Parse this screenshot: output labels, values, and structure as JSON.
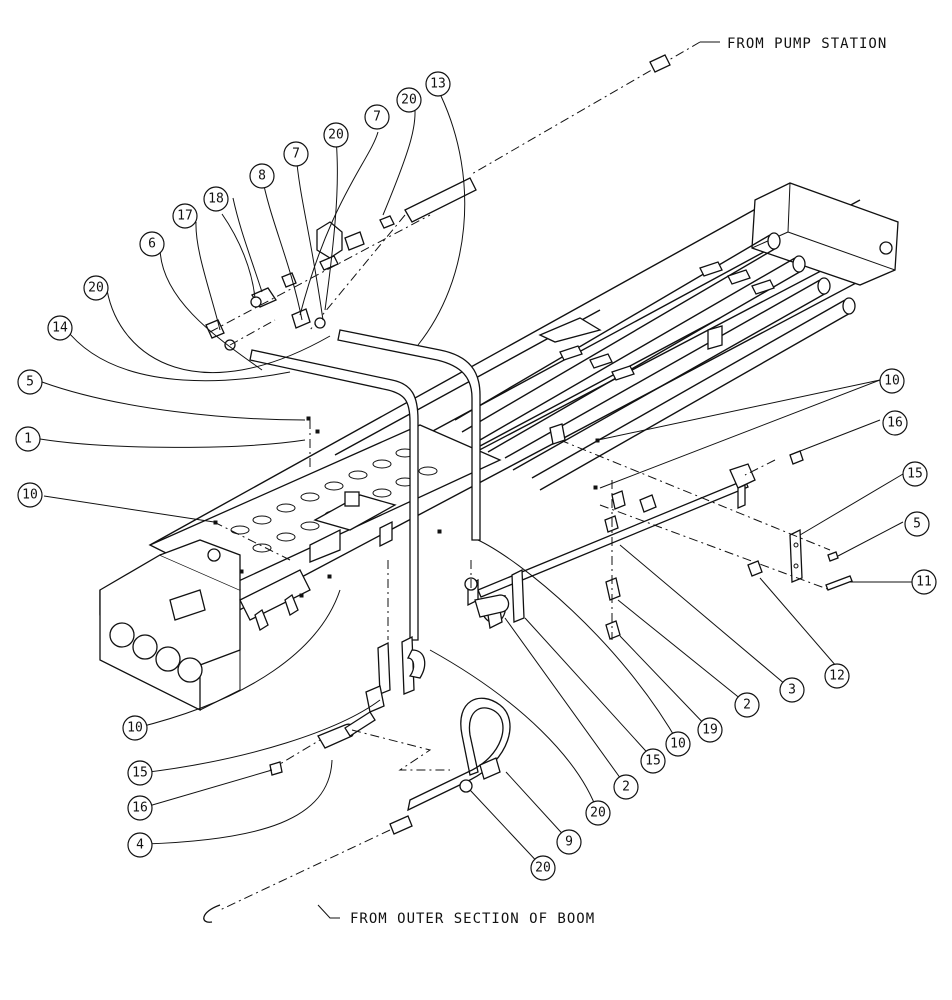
{
  "notes": {
    "from_pump_station": "FROM PUMP STATION",
    "from_outer_section": "FROM OUTER SECTION OF BOOM"
  },
  "balloons": [
    {
      "id": "b13",
      "label": "13"
    },
    {
      "id": "b20a",
      "label": "20"
    },
    {
      "id": "b7a",
      "label": "7"
    },
    {
      "id": "b20b",
      "label": "20"
    },
    {
      "id": "b7b",
      "label": "7"
    },
    {
      "id": "b8",
      "label": "8"
    },
    {
      "id": "b18",
      "label": "18"
    },
    {
      "id": "b17",
      "label": "17"
    },
    {
      "id": "b6",
      "label": "6"
    },
    {
      "id": "b20c",
      "label": "20"
    },
    {
      "id": "b14",
      "label": "14"
    },
    {
      "id": "b5a",
      "label": "5"
    },
    {
      "id": "b1",
      "label": "1"
    },
    {
      "id": "b10a",
      "label": "10"
    },
    {
      "id": "b10b",
      "label": "10"
    },
    {
      "id": "b16a",
      "label": "16"
    },
    {
      "id": "b15a",
      "label": "15"
    },
    {
      "id": "b5b",
      "label": "5"
    },
    {
      "id": "b11",
      "label": "11"
    },
    {
      "id": "b12",
      "label": "12"
    },
    {
      "id": "b3",
      "label": "3"
    },
    {
      "id": "b2a",
      "label": "2"
    },
    {
      "id": "b19",
      "label": "19"
    },
    {
      "id": "b10c",
      "label": "10"
    },
    {
      "id": "b15b",
      "label": "15"
    },
    {
      "id": "b2b",
      "label": "2"
    },
    {
      "id": "b20d",
      "label": "20"
    },
    {
      "id": "b10d",
      "label": "10"
    },
    {
      "id": "b15c",
      "label": "15"
    },
    {
      "id": "b16b",
      "label": "16"
    },
    {
      "id": "b4",
      "label": "4"
    },
    {
      "id": "b9",
      "label": "9"
    },
    {
      "id": "b20e",
      "label": "20"
    }
  ]
}
